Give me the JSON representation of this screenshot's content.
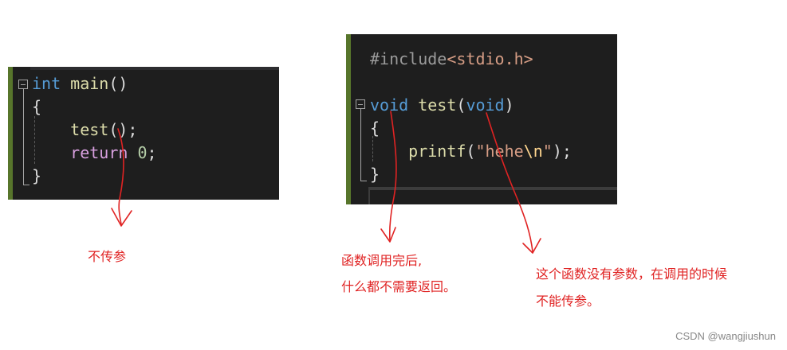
{
  "left_panel": {
    "lines": [
      {
        "parts": [
          {
            "t": "int",
            "c": "kw"
          },
          {
            "t": " ",
            "c": "punc"
          },
          {
            "t": "main",
            "c": "fn"
          },
          {
            "t": "()",
            "c": "punc"
          }
        ]
      },
      {
        "parts": [
          {
            "t": "{",
            "c": "punc"
          }
        ]
      },
      {
        "parts": [
          {
            "t": "    ",
            "c": "punc"
          },
          {
            "t": "test",
            "c": "fn"
          },
          {
            "t": "();",
            "c": "punc"
          }
        ]
      },
      {
        "parts": [
          {
            "t": "    ",
            "c": "punc"
          },
          {
            "t": "return",
            "c": "ctl"
          },
          {
            "t": " ",
            "c": "punc"
          },
          {
            "t": "0",
            "c": "num"
          },
          {
            "t": ";",
            "c": "punc"
          }
        ]
      },
      {
        "parts": [
          {
            "t": "}",
            "c": "punc"
          }
        ]
      }
    ]
  },
  "right_panel": {
    "lines": [
      {
        "parts": [
          {
            "t": "#include",
            "c": "pp"
          },
          {
            "t": "<stdio.h>",
            "c": "hdr"
          }
        ]
      },
      {
        "parts": []
      },
      {
        "parts": [
          {
            "t": "void",
            "c": "kw"
          },
          {
            "t": " ",
            "c": "punc"
          },
          {
            "t": "test",
            "c": "fn"
          },
          {
            "t": "(",
            "c": "punc"
          },
          {
            "t": "void",
            "c": "kw"
          },
          {
            "t": ")",
            "c": "punc"
          }
        ]
      },
      {
        "parts": [
          {
            "t": "{",
            "c": "punc"
          }
        ]
      },
      {
        "parts": [
          {
            "t": "    ",
            "c": "punc"
          },
          {
            "t": "printf",
            "c": "fn"
          },
          {
            "t": "(",
            "c": "punc"
          },
          {
            "t": "\"hehe",
            "c": "str"
          },
          {
            "t": "\\n",
            "c": "esc"
          },
          {
            "t": "\"",
            "c": "str"
          },
          {
            "t": ");",
            "c": "punc"
          }
        ]
      },
      {
        "parts": [
          {
            "t": "}",
            "c": "punc"
          }
        ]
      }
    ]
  },
  "annotations": {
    "no_pass_args": "不传参",
    "return_nothing_line1": "函数调用完后,",
    "return_nothing_line2": "什么都不需要返回。",
    "no_params_line1": "这个函数没有参数，在调用的时候",
    "no_params_line2": "不能传参。"
  },
  "watermark": "CSDN @wangjiushun",
  "colors": {
    "keyword": "#569cd6",
    "function": "#dcdcaa",
    "control": "#d8a0df",
    "number": "#b5cea8",
    "string": "#d69d85",
    "annotation": "#e02323",
    "editor_bg": "#1e1e1e",
    "change_bar": "#57752b"
  }
}
